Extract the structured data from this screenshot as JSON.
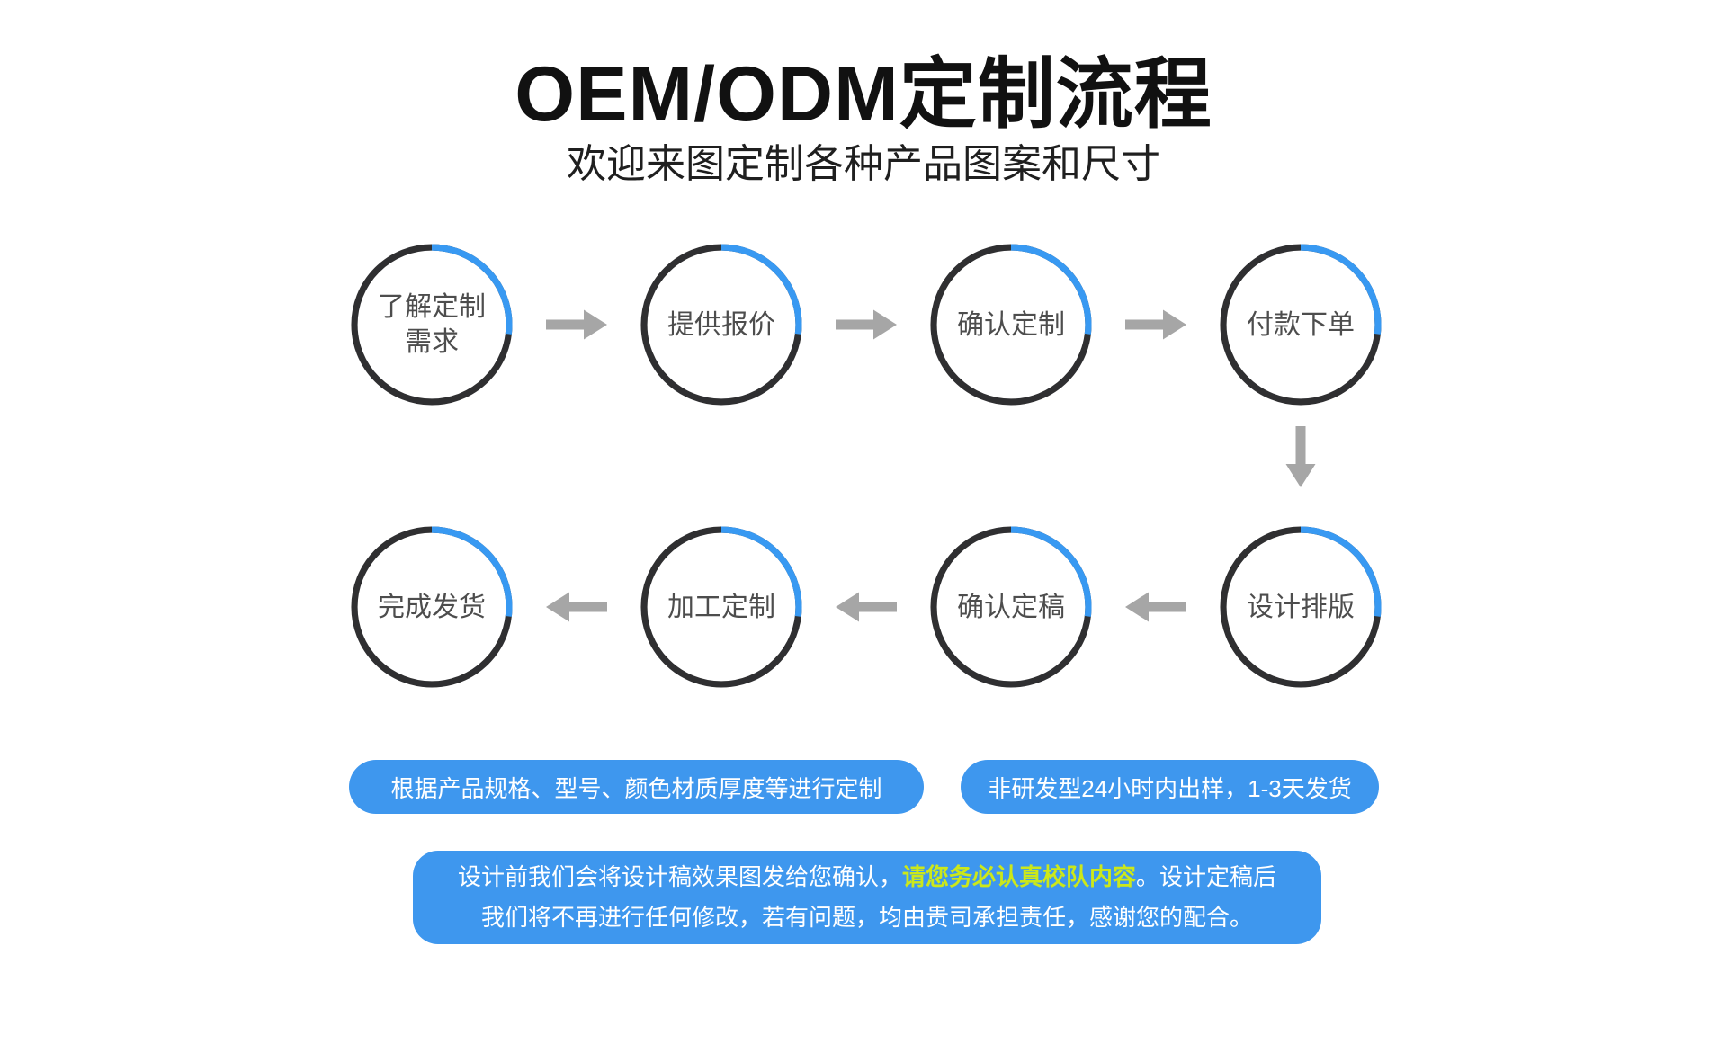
{
  "page": {
    "title": "OEM/ODM定制流程",
    "subtitle": "欢迎来图定制各种产品图案和尺寸"
  },
  "flow": {
    "steps": [
      {
        "label": "了解定制需求"
      },
      {
        "label": "提供报价"
      },
      {
        "label": "确认定制"
      },
      {
        "label": "付款下单"
      },
      {
        "label": "设计排版"
      },
      {
        "label": "确认定稿"
      },
      {
        "label": "加工定制"
      },
      {
        "label": "完成发货"
      }
    ]
  },
  "pills": [
    {
      "label": "根据产品规格、型号、颜色材质厚度等进行定制"
    },
    {
      "label": "非研发型24小时内出样，1-3天发货"
    }
  ],
  "notice": {
    "line1_pre": "设计前我们会将设计稿效果图发给您确认，",
    "line1_highlight": "请您务必认真校队内容",
    "line1_post": "。设计定稿后",
    "line2": "我们将不再进行任何修改，若有问题，均由贵司承担责任，感谢您的配合。"
  },
  "colors": {
    "accent_blue": "#3E97EE",
    "ring_blue": "#3899F2",
    "ring_dark": "#2F2F31",
    "arrow_gray": "#A6A6A6",
    "highlight_yellow": "#CCE81A",
    "title_black": "#111111",
    "label_gray": "#4D4D4D"
  }
}
